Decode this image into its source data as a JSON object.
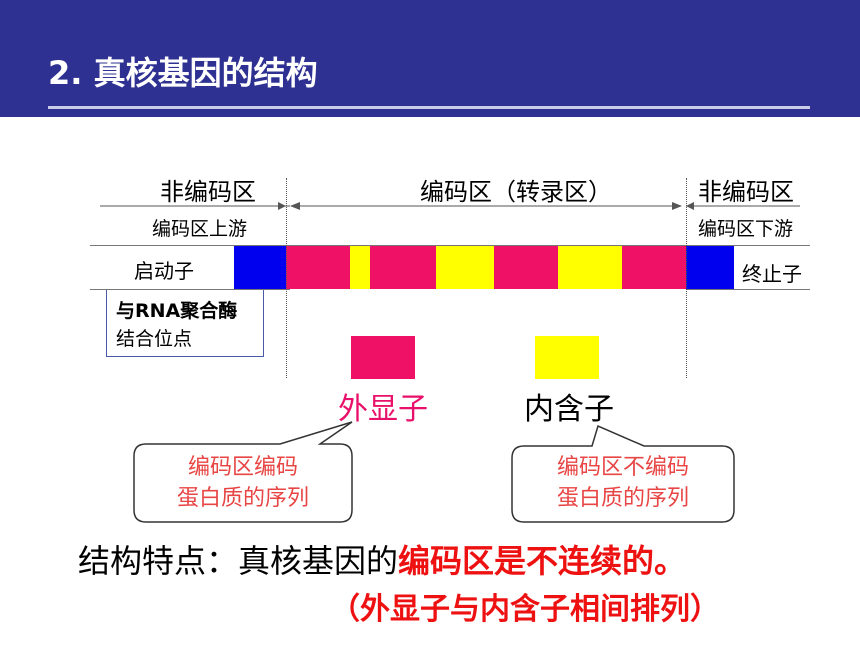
{
  "slide": {
    "title": "2. 真核基因的结构"
  },
  "diagram": {
    "region_labels": {
      "noncoding_left": "非编码区",
      "coding": "编码区（转录区）",
      "noncoding_right": "非编码区"
    },
    "sub_labels": {
      "upstream": "编码区上游",
      "downstream": "编码区下游"
    },
    "promoter": "启动子",
    "terminator": "终止子",
    "binding_site": {
      "line1": "与RNA聚合酶",
      "line2": "结合位点"
    },
    "legend": {
      "exon": "外显子",
      "intron": "内含子"
    },
    "callouts": {
      "exon_line1": "编码区编码",
      "exon_line2": "蛋白质的序列",
      "intron_line1": "编码区不编码",
      "intron_line2": "蛋白质的序列"
    },
    "colors": {
      "exon": "#ee1166",
      "intron": "#ffff00",
      "promoter": "#0000ee",
      "header": "#2e3192"
    }
  },
  "summary": {
    "prefix": "结构特点：真核基因的",
    "highlight": "编码区是不连续的。",
    "note": "（外显子与内含子相间排列）"
  }
}
